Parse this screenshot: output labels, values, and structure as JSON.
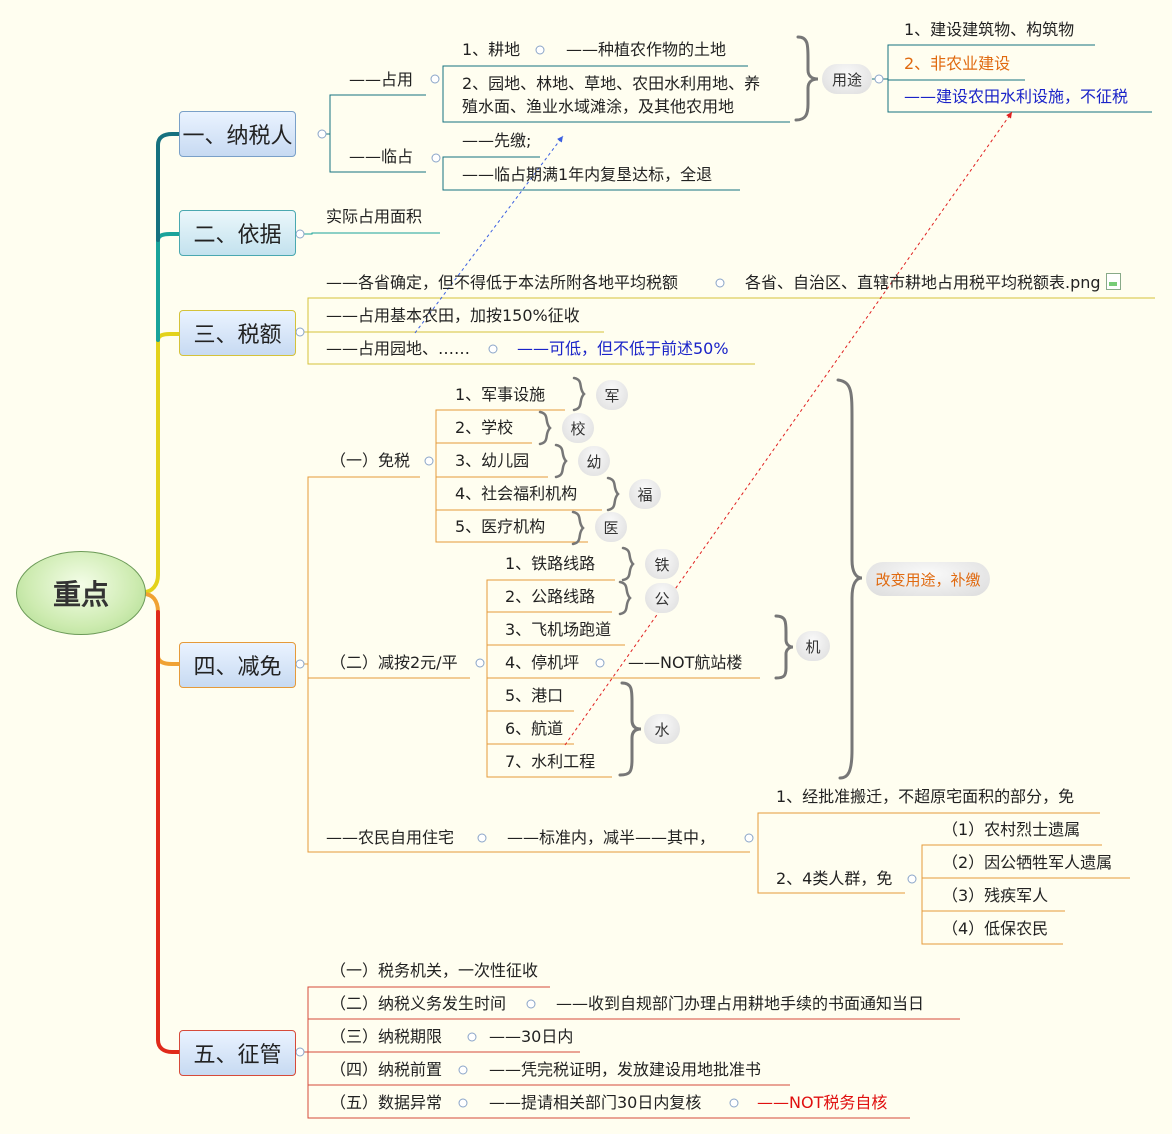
{
  "root": "重点",
  "main": {
    "m1": "一、纳税人",
    "m2": "二、依据",
    "m3": "三、税额",
    "m4": "四、减免",
    "m5": "五、征管"
  },
  "b1": {
    "zhanyong": "——占用",
    "gengdi": "1、耕地",
    "gengdi_desc": "——种植农作物的土地",
    "yuandi_l1": "2、园地、林地、草地、农田水利用地、养",
    "yuandi_l2": "殖水面、渔业水域滩涂，及其他农用地",
    "yongtu": "用途",
    "yt1": "1、建设建筑物、构筑物",
    "yt2": "2、非农业建设",
    "yt3": "——建设农田水利设施，不征税",
    "linzhan": "——临占",
    "lz1": "——先缴;",
    "lz2": "——临占期满1年内复垦达标，全退"
  },
  "b2": {
    "a": "实际占用面积"
  },
  "b3": {
    "a": "——各省确定，但不得低于本法所附各地平均税额",
    "a_file": "各省、自治区、直辖市耕地占用税平均税额表.png",
    "b": "——占用基本农田，加按150%征收",
    "c": "——占用园地、……",
    "c_note": "——可低，但不低于前述50%"
  },
  "b4": {
    "mianshui": "（一）免税",
    "ms": [
      "1、军事设施",
      "2、学校",
      "3、幼儿园",
      "4、社会福利机构",
      "5、医疗机构"
    ],
    "ms_tag": [
      "军",
      "校",
      "幼",
      "福",
      "医"
    ],
    "jian": "（二）减按2元/平",
    "jn": [
      "1、铁路线路",
      "2、公路线路",
      "3、飞机场跑道",
      "4、停机坪",
      "5、港口",
      "6、航道",
      "7、水利工程"
    ],
    "jn_tag": [
      "铁",
      "公"
    ],
    "tingji_note": "——NOT航站楼",
    "ji": "机",
    "shui": "水",
    "gaibian": "改变用途，补缴",
    "nongmin": "——农民自用住宅",
    "nm_std": "——标准内，减半——其中，",
    "nm1": "1、经批准搬迁，不超原宅面积的部分，免",
    "nm2": "2、4类人群，免",
    "nm2_items": [
      "（1）农村烈士遗属",
      "（2）因公牺牲军人遗属",
      "（3）残疾军人",
      "（4）低保农民"
    ]
  },
  "b5": {
    "items": [
      "（一）税务机关，一次性征收",
      "（二）纳税义务发生时间",
      "（三）纳税期限",
      "（四）纳税前置",
      "（五）数据异常"
    ],
    "n2": "——收到自规部门办理占用耕地手续的书面通知当日",
    "n3": "——30日内",
    "n4": "——凭完税证明，发放建设用地批准书",
    "n5": "——提请相关部门30日内复核",
    "n5b": "——NOT税务自核"
  }
}
